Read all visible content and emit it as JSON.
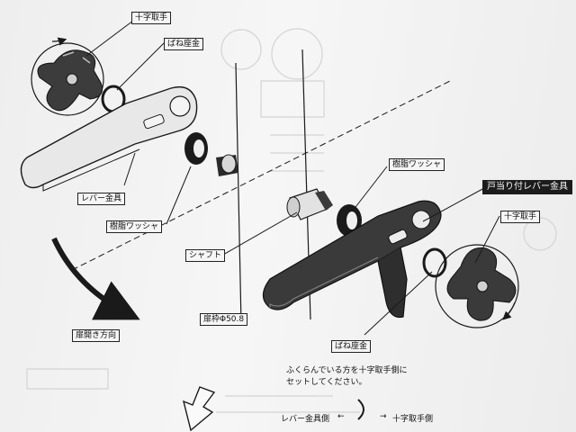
{
  "labels": {
    "cross_handle_top": "十字取手",
    "spring_seat_top": "ばね座金",
    "lever_fitting": "レバー金具",
    "resin_washer_left": "樹脂ワッシャ",
    "shaft": "シャフト",
    "door_open_direction": "扉開き方向",
    "door_frame": "扉枠Φ50.8",
    "resin_washer_right": "樹脂ワッシャ",
    "lever_with_stop": "戸当り付レバー金具",
    "cross_handle_right": "十字取手",
    "spring_seat_bottom": "ばね座金"
  },
  "instruction": {
    "line1": "ふくらんでいる方を十字取手側に",
    "line2": "セットしてください。"
  },
  "orientation": {
    "lever_side": "レバー金具側",
    "arrow_left": "←",
    "arrow_right": "→",
    "handle_side": "十字取手側"
  },
  "colors": {
    "paper": "#f2f2f2",
    "ink": "#1a1a1a",
    "shade": "#4a4a4a"
  }
}
